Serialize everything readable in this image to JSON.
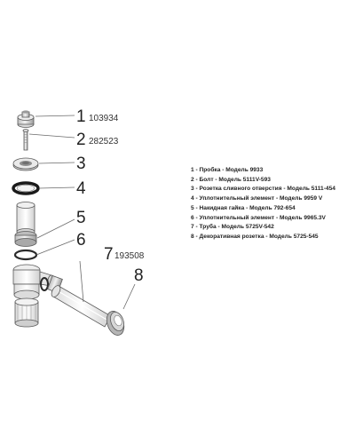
{
  "callouts": [
    {
      "num": "1",
      "code": "103934"
    },
    {
      "num": "2",
      "code": "282523"
    },
    {
      "num": "3",
      "code": ""
    },
    {
      "num": "4",
      "code": ""
    },
    {
      "num": "5",
      "code": ""
    },
    {
      "num": "6",
      "code": ""
    },
    {
      "num": "7",
      "code": "193508"
    },
    {
      "num": "8",
      "code": ""
    }
  ],
  "legend": [
    "1 - Пробка - Модель 9933",
    "2 - Болт - Модель 5111V-593",
    "3 - Розетка сливного отверстия - Модель 5111-454",
    "4 - Уплотнительный элемент - Модель 9959 V",
    "5 - Накидная гайка - Модель 792-654",
    "6 - Уплотнительный элемент - Модель 9965.3V",
    "7 - Труба - Модель 5725V-542",
    "8 - Декоративная розетка - Модель 5725-545"
  ]
}
